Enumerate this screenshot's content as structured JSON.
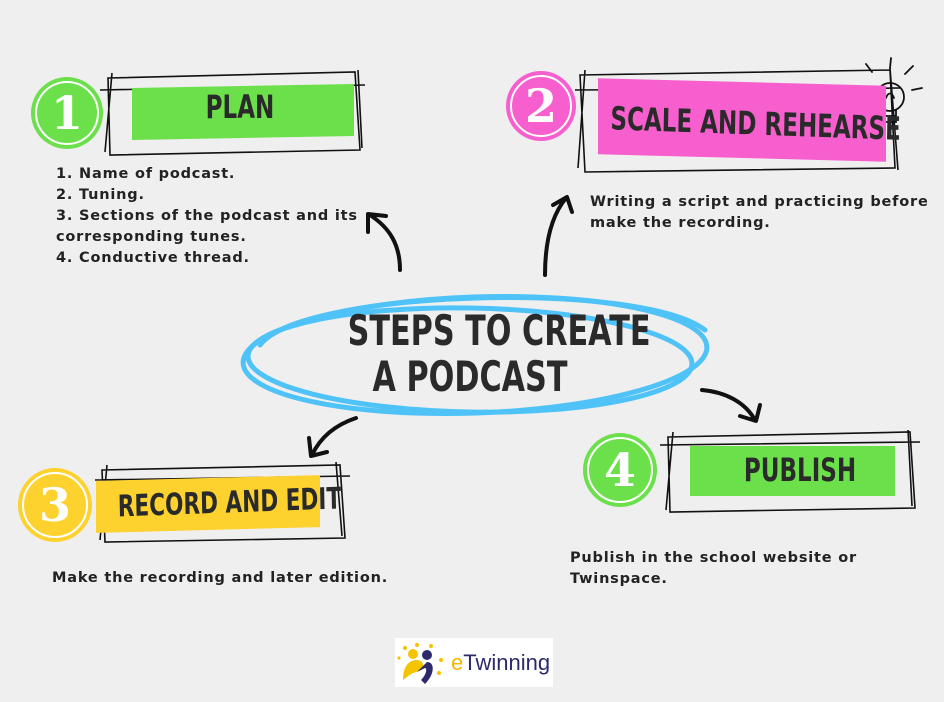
{
  "title": {
    "line1": "STEPS TO CREATE",
    "line2": "A PODCAST"
  },
  "steps": [
    {
      "number": "1",
      "label": "PLAN",
      "color": "#6be04a",
      "items": [
        "1.  Name of podcast.",
        "2. Tuning.",
        "3. Sections of the podcast and its",
        "corresponding tunes.",
        "4. Conductive thread."
      ]
    },
    {
      "number": "2",
      "label": "SCALE AND REHEARSE",
      "color": "#f75fcf",
      "items": [
        "Writing a script and practicing before",
        "make the recording."
      ]
    },
    {
      "number": "3",
      "label": "RECORD AND EDIT",
      "color": "#fdd22e",
      "items": [
        "Make the recording and later edition."
      ]
    },
    {
      "number": "4",
      "label": "PUBLISH",
      "color": "#6be04a",
      "items": [
        "Publish in the school website or",
        "Twinspace."
      ]
    }
  ],
  "logo": {
    "text": "eTwinning"
  },
  "colors": {
    "ellipse": "#4fc3f7",
    "background": "#efefef"
  }
}
